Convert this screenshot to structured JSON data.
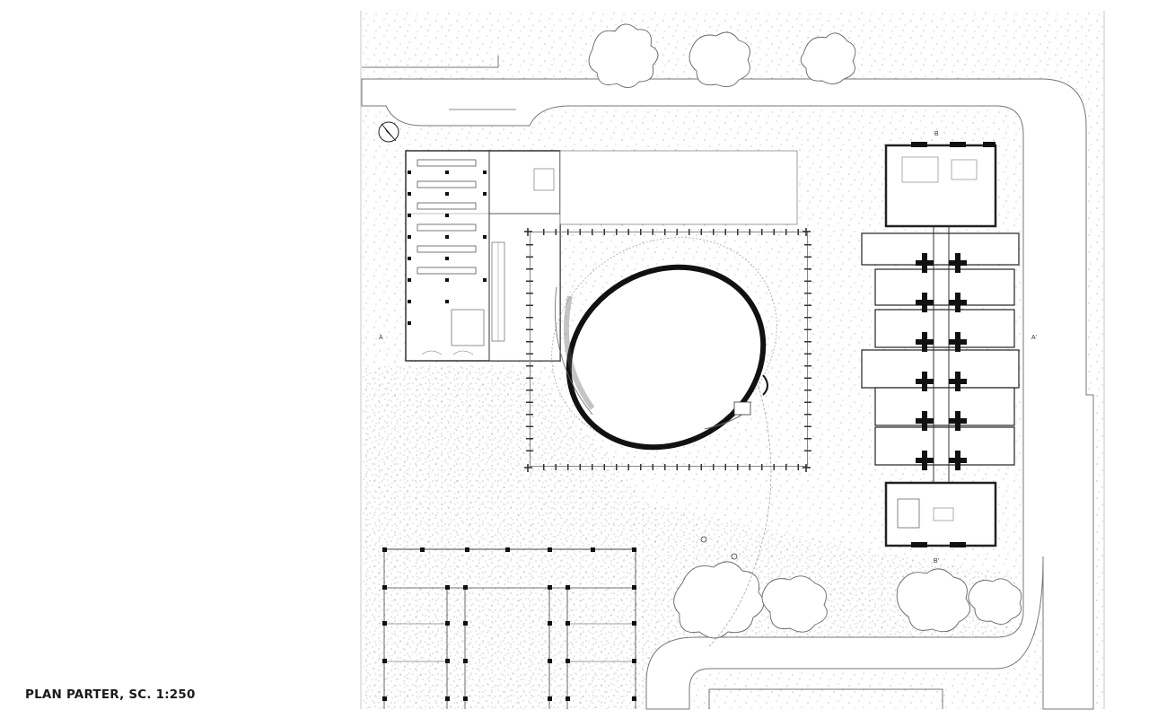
{
  "caption": "PLAN PARTER, SC. 1:250",
  "section_labels": {
    "a_left": "A",
    "a_right": "A'",
    "b_top": "B",
    "b_bottom": "B'"
  },
  "icons": {
    "north_arrow": "north-arrow-icon"
  },
  "colors": {
    "ink": "#1a1a1a",
    "line": "#555555",
    "thin": "#999999",
    "ground": "#ffffff"
  }
}
